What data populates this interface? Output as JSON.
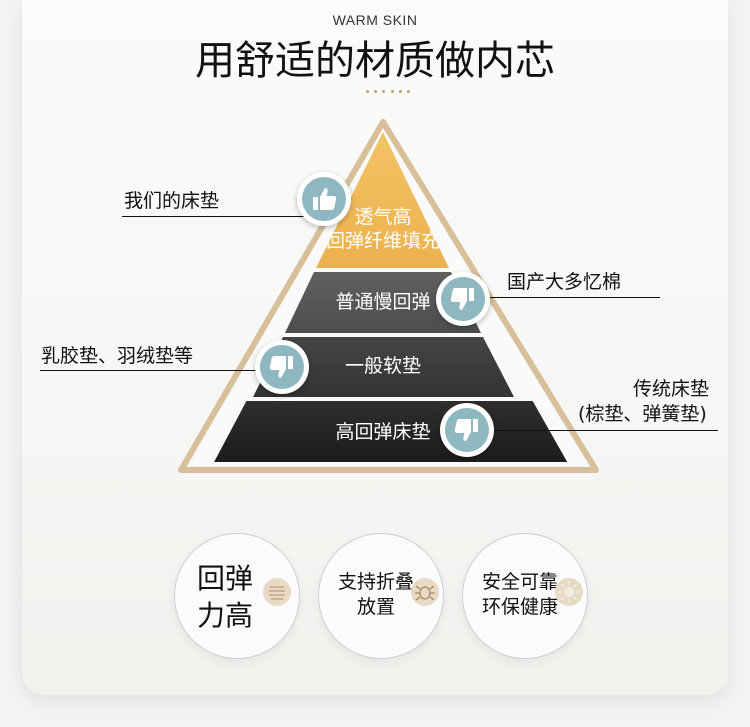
{
  "header": {
    "eyebrow": "WARM SKIN",
    "title": "用舒适的材质做内芯"
  },
  "pyramid": {
    "layers": [
      {
        "line1": "透气高",
        "line2": "回弹纤维填充"
      },
      {
        "line1": "普通慢回弹"
      },
      {
        "line1": "一般软垫"
      },
      {
        "line1": "高回弹床垫"
      }
    ]
  },
  "labels": {
    "ours": "我们的床垫",
    "domestic": "国产大多忆棉",
    "latex": "乳胶垫、羽绒垫等",
    "traditional_1": "传统床垫",
    "traditional_2": "(棕垫、弹簧垫)"
  },
  "icons": {
    "up": "thumbs-up-icon",
    "down": "thumbs-down-icon"
  },
  "features": [
    {
      "line1": "回弹",
      "line2": "力高"
    },
    {
      "line1": "支持折叠",
      "line2": "放置"
    },
    {
      "line1": "安全可靠",
      "line2": "环保健康"
    }
  ],
  "colors": {
    "top_layer": "#f0b955",
    "layer2": "#585858",
    "layer3": "#3e3e3e",
    "layer4": "#262626",
    "frame": "#d7c099",
    "badge": "#8fb7c0"
  }
}
